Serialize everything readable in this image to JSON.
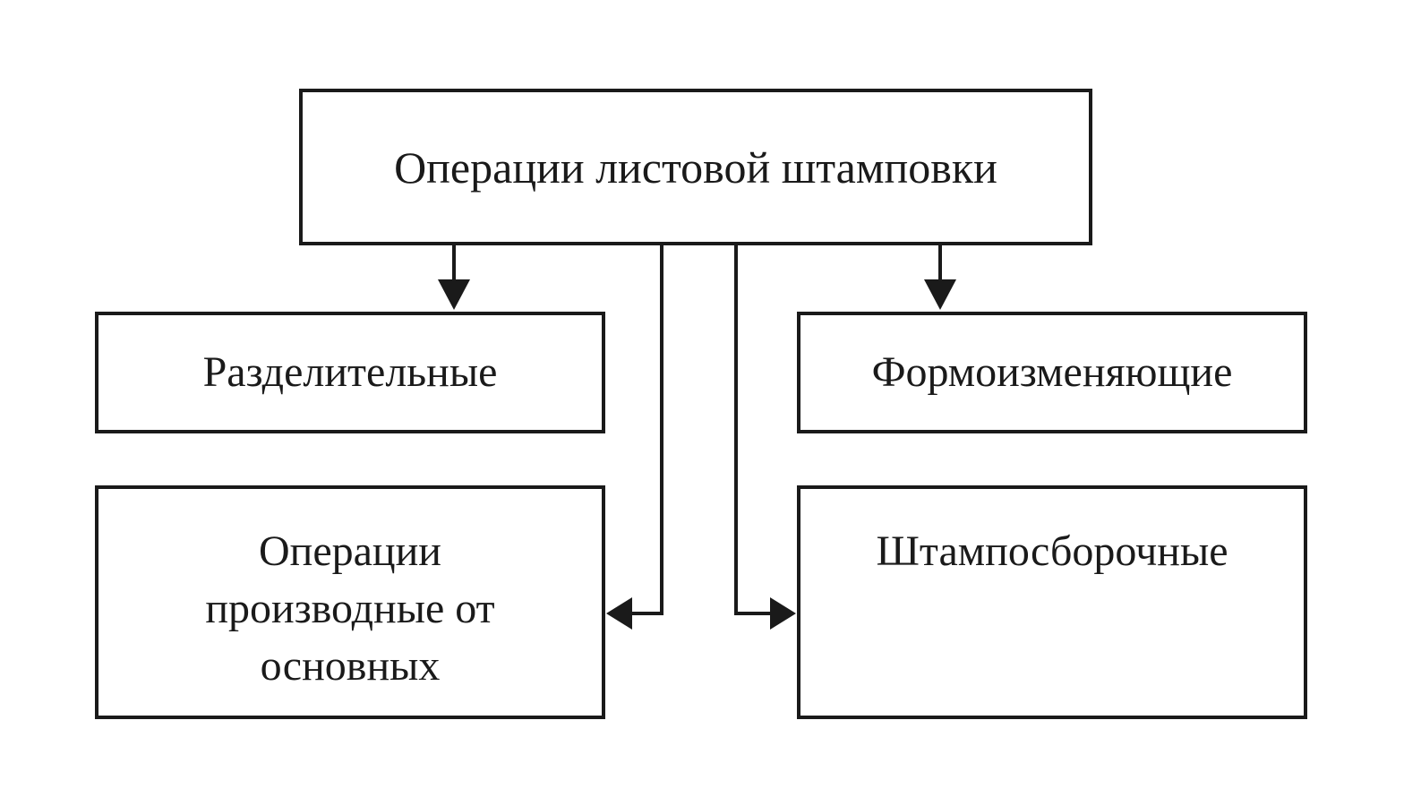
{
  "diagram": {
    "root": {
      "label": "Операции листовой штамповки"
    },
    "nodes": {
      "separating": {
        "label": "Разделительные"
      },
      "forming": {
        "label": "Формоизменяющие"
      },
      "derived": {
        "lines": [
          "Операции",
          "производные от",
          "основных"
        ]
      },
      "assembly": {
        "label": "Штампосборочные"
      }
    },
    "edges": [
      {
        "from": "root",
        "to": "separating"
      },
      {
        "from": "root",
        "to": "forming"
      },
      {
        "from": "root",
        "to": "derived"
      },
      {
        "from": "root",
        "to": "assembly"
      }
    ],
    "colors": {
      "stroke": "#1a1a1a",
      "background": "#ffffff"
    }
  }
}
